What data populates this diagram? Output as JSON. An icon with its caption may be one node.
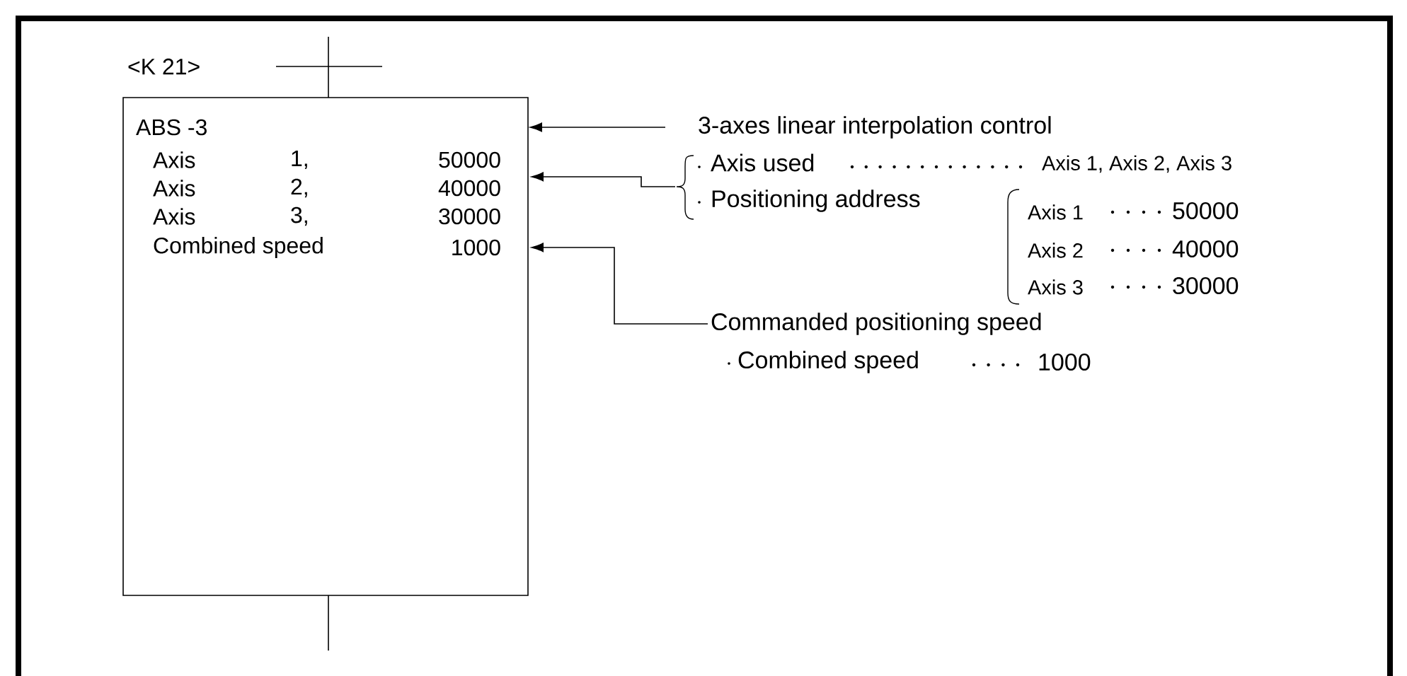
{
  "diagram": {
    "nodes": [
      {
        "text": [
          "ABS -3"
        ]
      },
      {
        "text": [
          "Axis",
          "1,",
          "50000"
        ],
        "in": 0
      },
      {
        "text": [
          "Axis",
          "2,",
          "40000"
        ],
        "in": 0
      },
      {
        "text": [
          "Axis",
          "3,",
          "30000"
        ],
        "in": 0
      },
      {
        "text": [
          "Combined speed",
          "1000"
        ],
        "in": 0
      },
      {
        "text": [
          "3-axes linear interpolation control"
        ]
      },
      {
        "text": [
          "Axis used",
          "Axis 1, Axis 2, Axis 3",
          "Positioning address",
          "Axis 1",
          "50000",
          "Axis 2",
          "40000",
          "Axis 3",
          "30000"
        ]
      },
      {
        "text": [
          "Commanded positioning speed",
          "Combined speed",
          "1000"
        ]
      }
    ],
    "edges": [
      {
        "from": 5,
        "to": 0,
        "arrow": "to"
      },
      {
        "from": 6,
        "to": 2,
        "arrow": "to"
      },
      {
        "from": 7,
        "to": 4,
        "arrow": "to"
      }
    ],
    "labels": [
      "<K 21>"
    ]
  }
}
